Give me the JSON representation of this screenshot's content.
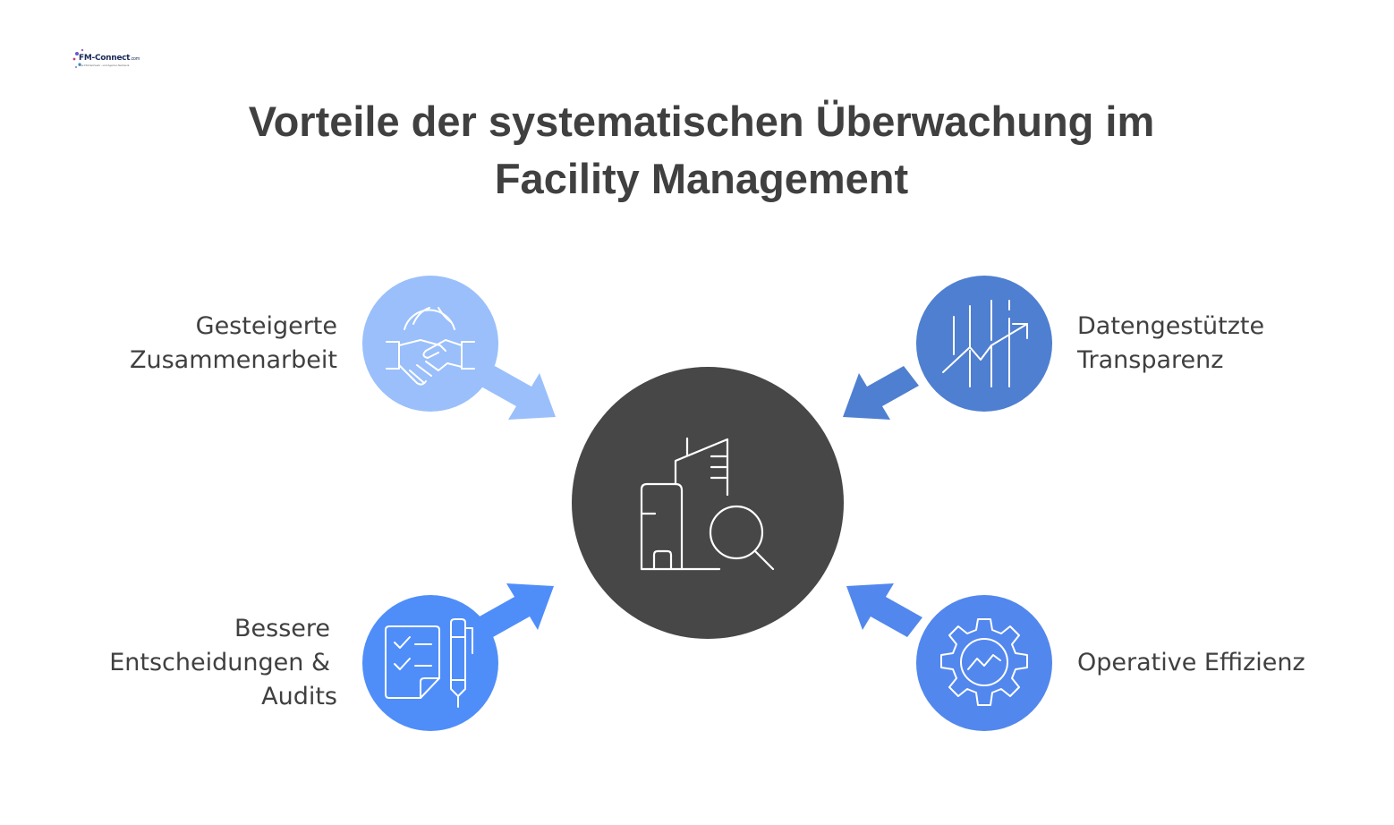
{
  "title": {
    "line1": "Vorteile der systematischen Überwachung im",
    "line2": "Facility Management"
  },
  "logo": {
    "name": "FM-Connect",
    "suffix": ".com",
    "tagline": "Das FM-Netzwerk - und Agentur-Netzwerk"
  },
  "center": {
    "icon": "building-search-icon",
    "color": "#474747"
  },
  "benefits": [
    {
      "id": "collaboration",
      "lines": [
        "Gesteigerte",
        "Zusammenarbeit"
      ],
      "icon": "handshake-globe-icon",
      "color": "#9abffb"
    },
    {
      "id": "transparency",
      "lines": [
        "Datengestützte",
        "Transparenz"
      ],
      "icon": "growth-chart-icon",
      "color": "#4f7fd0"
    },
    {
      "id": "decisions",
      "lines": [
        "Bessere",
        "Entscheidungen &",
        "Audits"
      ],
      "icon": "checklist-pen-icon",
      "color": "#4f8ef9"
    },
    {
      "id": "efficiency",
      "lines": [
        "Operative Effizienz"
      ],
      "icon": "gear-chart-icon",
      "color": "#5287ee"
    }
  ]
}
